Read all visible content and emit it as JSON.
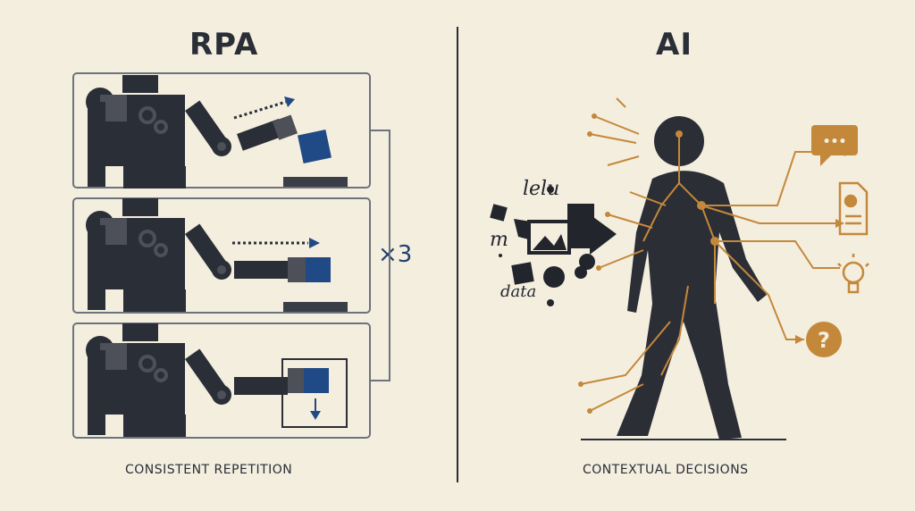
{
  "left": {
    "title": "RPA",
    "repeat_label": "×3",
    "caption": "CONSISTENT REPETITION",
    "panel_count": 3
  },
  "right": {
    "title": "AI",
    "caption": "CONTEXTUAL DECISIONS",
    "scribbles": [
      "lelu",
      "m",
      "data"
    ],
    "outputs": {
      "speech_bubble": "•••",
      "question": "?"
    }
  },
  "colors": {
    "background": "#f4eedf",
    "dark": "#2a2e37",
    "robot_mid": "#4d5058",
    "blue": "#1f4a85",
    "gold": "#c4883a",
    "frame": "#6b737c"
  }
}
